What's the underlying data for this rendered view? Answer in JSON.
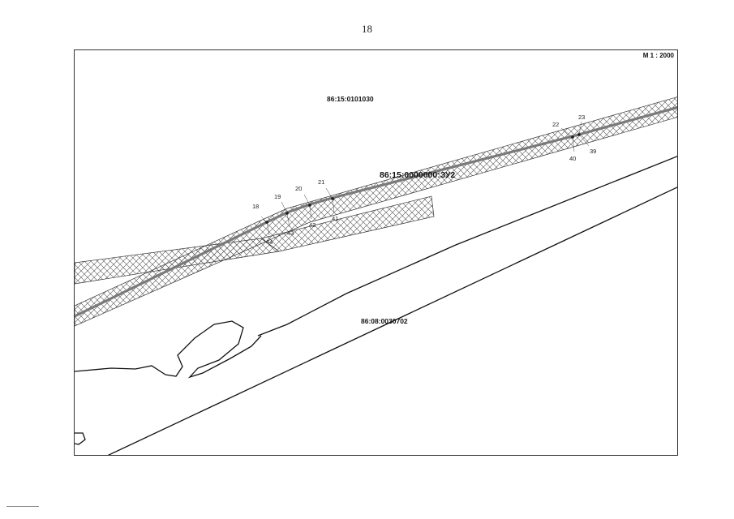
{
  "page": {
    "number": "18"
  },
  "map": {
    "scale": "M 1 : 2000",
    "parcels": {
      "north": "86:15:0101030",
      "main": "86:15:0000000:ЗУ2",
      "south": "86:08:0030702"
    },
    "points": [
      "18",
      "19",
      "20",
      "21",
      "22",
      "23",
      "39",
      "40",
      "41",
      "42",
      "43",
      "44"
    ],
    "colors": {
      "line": "#111111",
      "hatch": "#555555",
      "route": "#7a7a7a"
    }
  }
}
